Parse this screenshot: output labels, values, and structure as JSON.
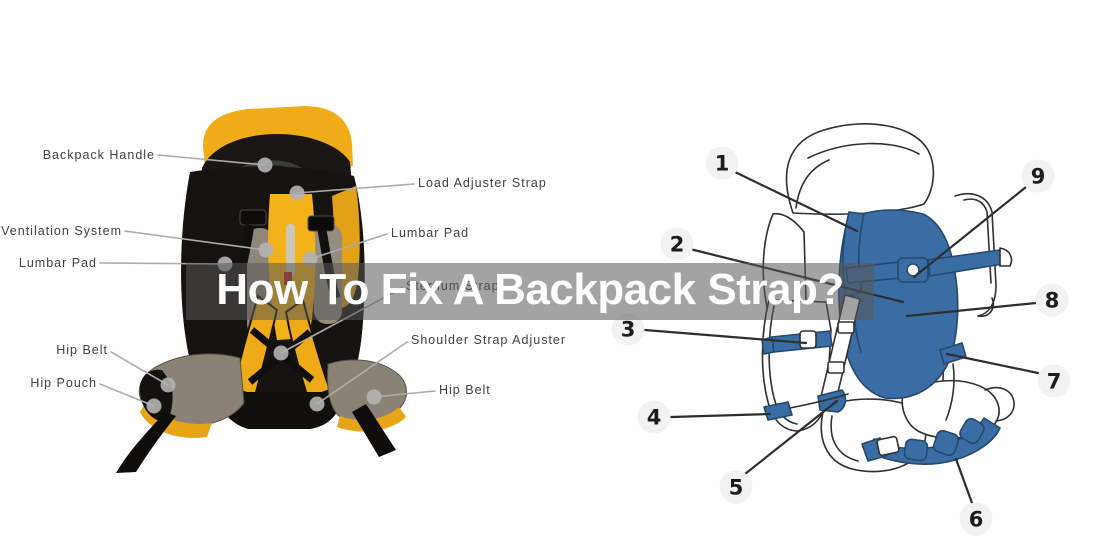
{
  "title": {
    "text": "How To Fix A Backpack Strap?"
  },
  "left_diagram": {
    "description": "photo diagram of black and yellow backpack with labeled parts",
    "labels": [
      {
        "text": "Backpack Handle"
      },
      {
        "text": "Ventilation System"
      },
      {
        "text": "Lumbar Pad"
      },
      {
        "text": "Hip Belt"
      },
      {
        "text": "Hip Pouch"
      },
      {
        "text": "Load Adjuster Strap"
      },
      {
        "text": "Lumbar Pad"
      },
      {
        "text": "Sternum Strap"
      },
      {
        "text": "Shoulder Strap Adjuster"
      },
      {
        "text": "Hip Belt"
      }
    ]
  },
  "right_diagram": {
    "description": "line-art diagram of backpack with blue highlighted straps and numbered callouts",
    "numbers": [
      "1",
      "2",
      "3",
      "4",
      "5",
      "6",
      "7",
      "8",
      "9"
    ]
  },
  "colors": {
    "overlay_bar": "rgba(88,88,88,0.55)",
    "title_text": "#ffffff",
    "label_text": "#414141",
    "leader_line_left": "#acacac",
    "anchor_dot": "#b3b3b3",
    "leader_line_right": "#2e2e2e",
    "badge_fill": "#f2f2f2",
    "badge_text": "#1c1c1c",
    "backpack_yellow": "#f0ac18",
    "backpack_black": "#15120f",
    "backpack_mesh_gray": "#8a8274",
    "lineart_blue": "#3a6da3",
    "lineart_stroke": "#303030"
  }
}
